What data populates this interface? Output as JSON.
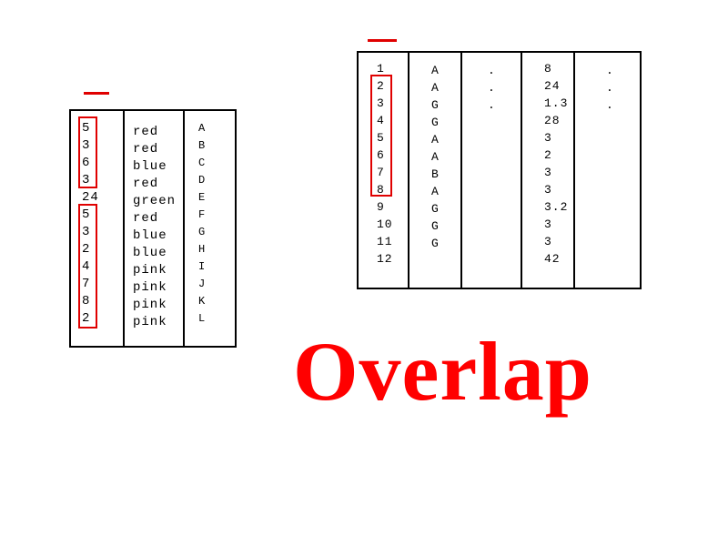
{
  "left_table": {
    "numbers": [
      "5",
      "3",
      "6",
      "3",
      "24",
      "5",
      "3",
      "2",
      "4",
      "7",
      "8",
      "2"
    ],
    "colors": [
      "red",
      "red",
      "blue",
      "red",
      "green",
      "red",
      "blue",
      "blue",
      "pink",
      "pink",
      "pink",
      "pink"
    ],
    "letters": [
      "A",
      "B",
      "C",
      "D",
      "E",
      "F",
      "G",
      "H",
      "I",
      "J",
      "K",
      "L"
    ]
  },
  "right_table": {
    "index": [
      "1",
      "2",
      "3",
      "4",
      "5",
      "6",
      "7",
      "8",
      "9",
      "10",
      "11",
      "12"
    ],
    "grades": [
      "A",
      "A",
      "G",
      "G",
      "A",
      "A",
      "B",
      "A",
      "G",
      "G",
      "G"
    ],
    "dots_a": [
      ".",
      ".",
      "."
    ],
    "values": [
      "8",
      "24",
      "1.3",
      "28",
      "3",
      "2",
      "3",
      "3",
      "3.2",
      "3",
      "3",
      "42"
    ],
    "dots_b": [
      ".",
      ".",
      "."
    ]
  },
  "caption": "Overlap",
  "colors": {
    "highlight": "#e00000",
    "caption": "#ff0000"
  }
}
